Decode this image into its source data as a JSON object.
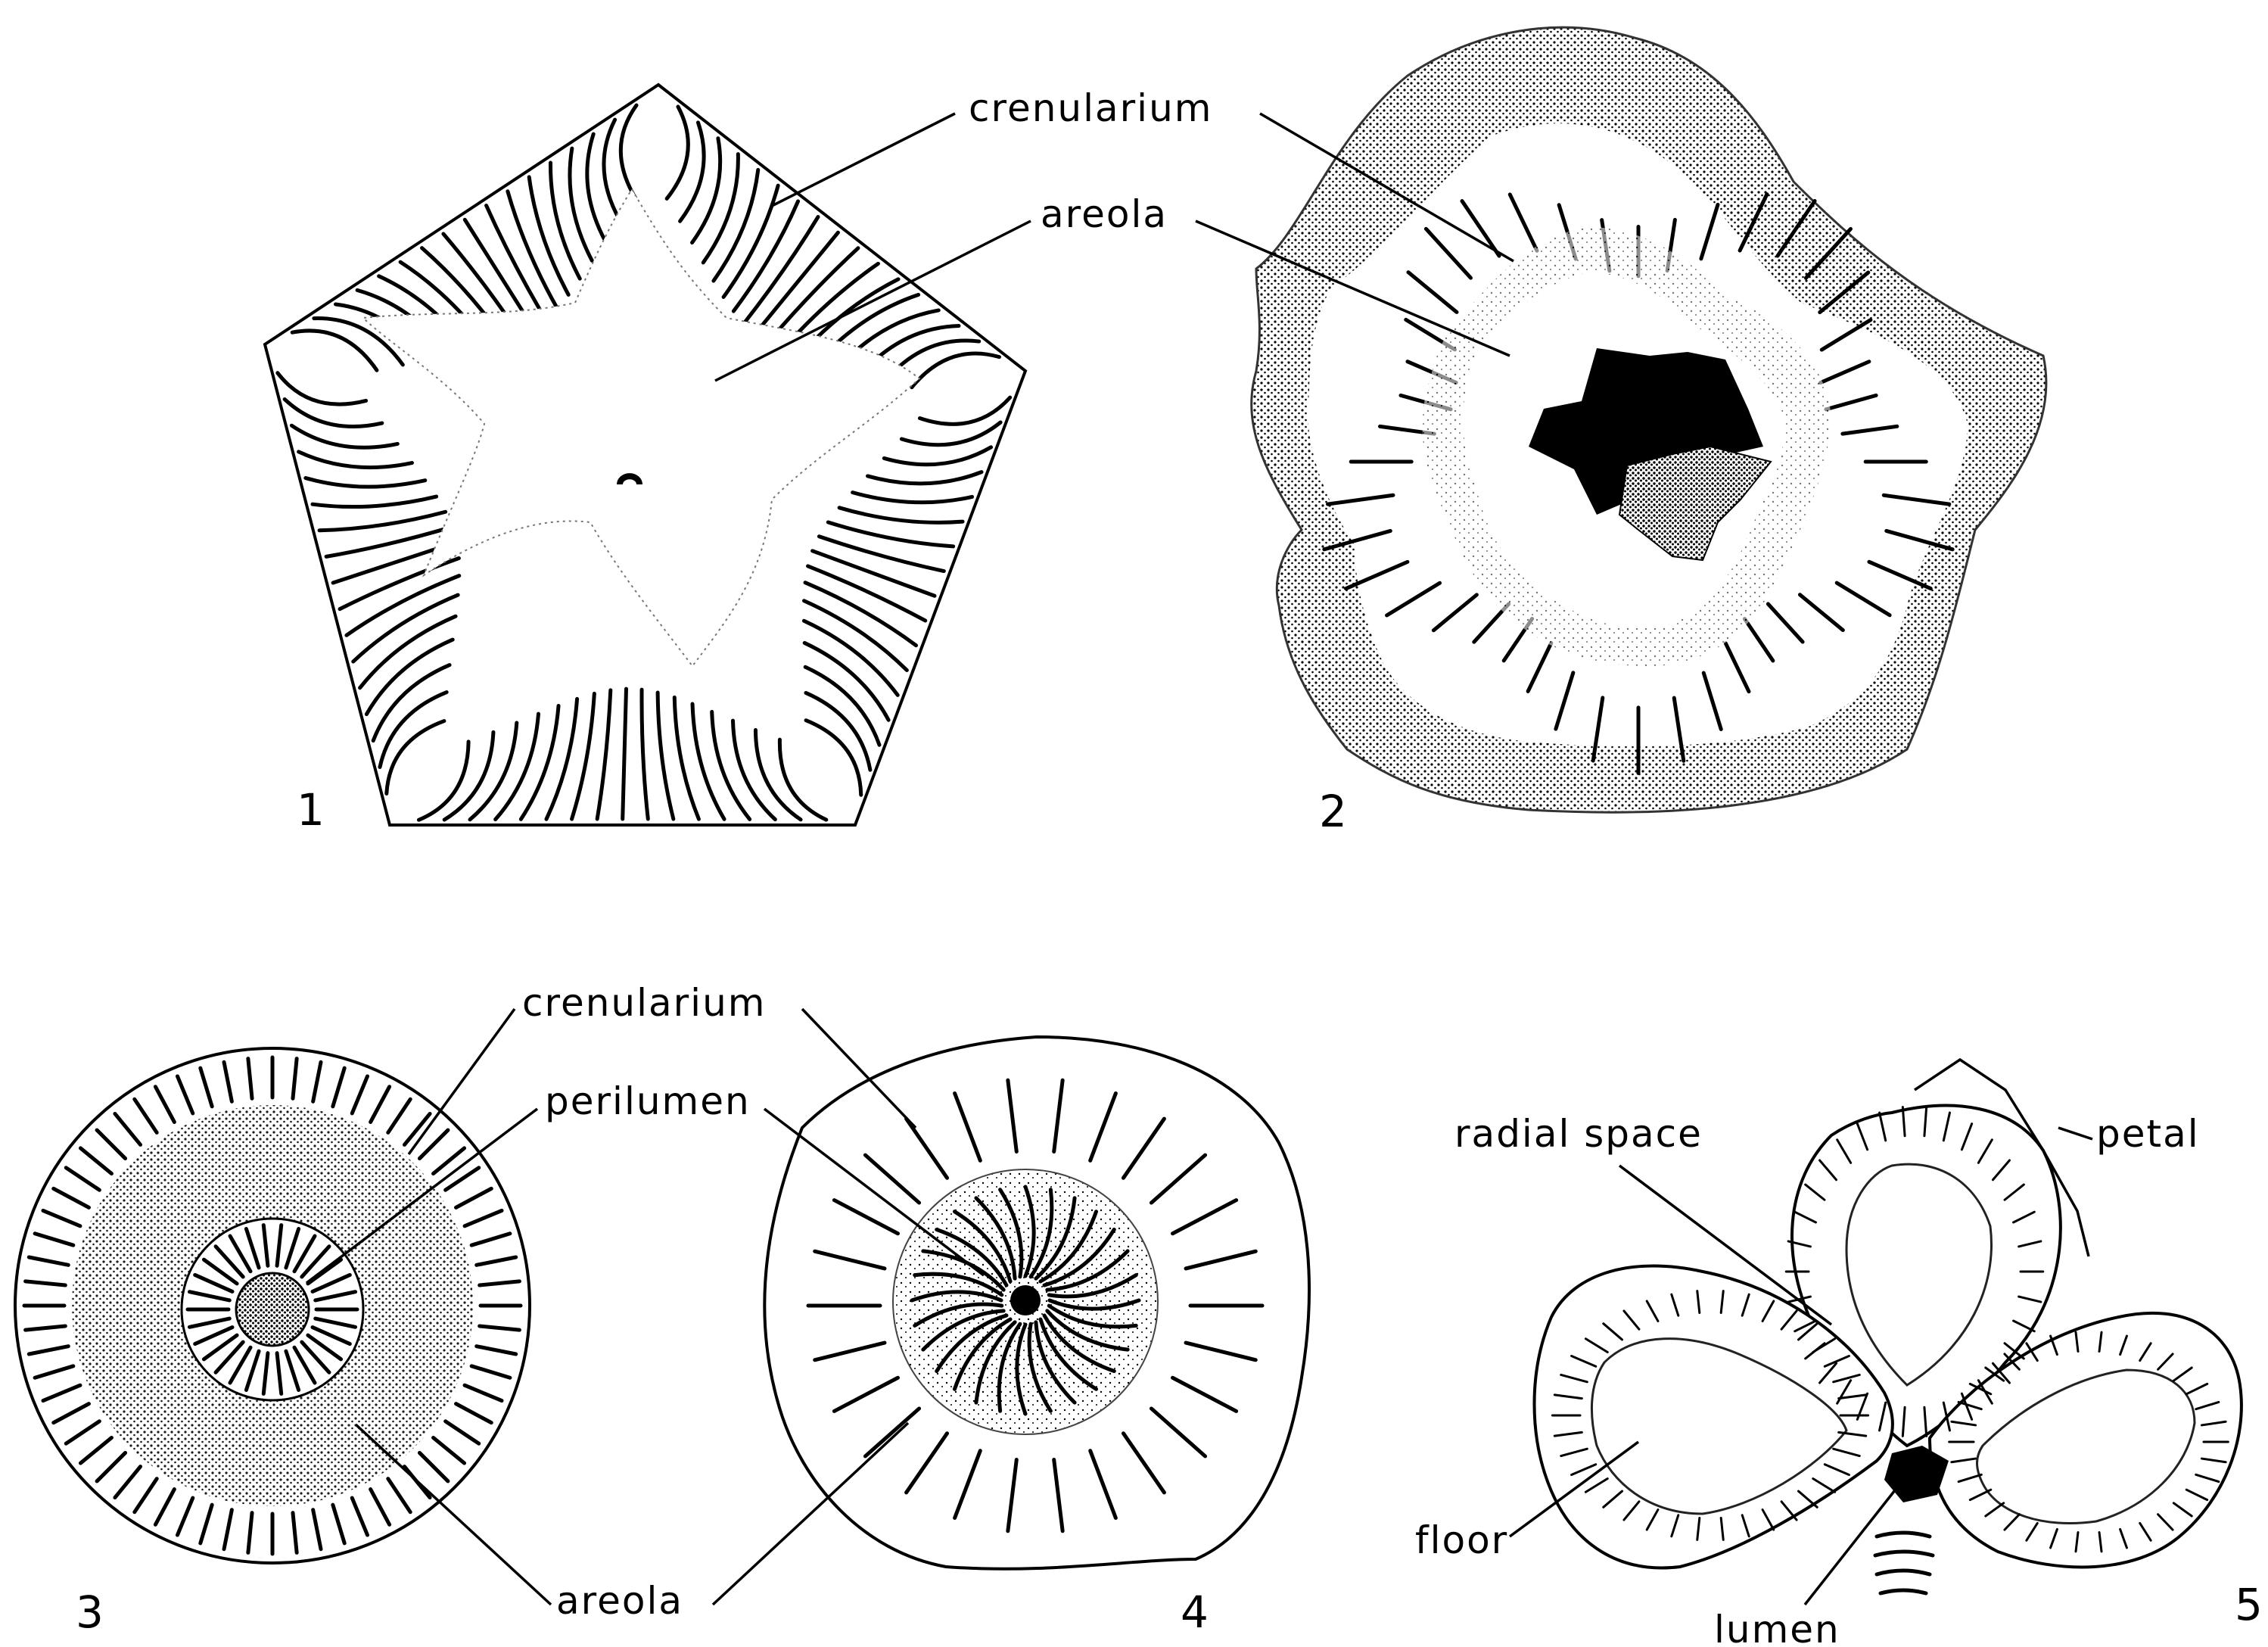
{
  "labels": {
    "crenularium_1": "crenularium",
    "areola_1": "areola",
    "crenularium_2": "crenularium",
    "perilumen": "perilumen",
    "areola_2": "areola",
    "radial_space": "radial space",
    "petal": "petal",
    "floor": "floor",
    "lumen": "lumen"
  },
  "figure_numbers": {
    "fig1": "1",
    "fig2": "2",
    "fig3": "3",
    "fig4": "4",
    "fig5": "5"
  },
  "colors": {
    "ink": "#000000",
    "paper": "#ffffff",
    "stipple": "#8a8a8a"
  }
}
